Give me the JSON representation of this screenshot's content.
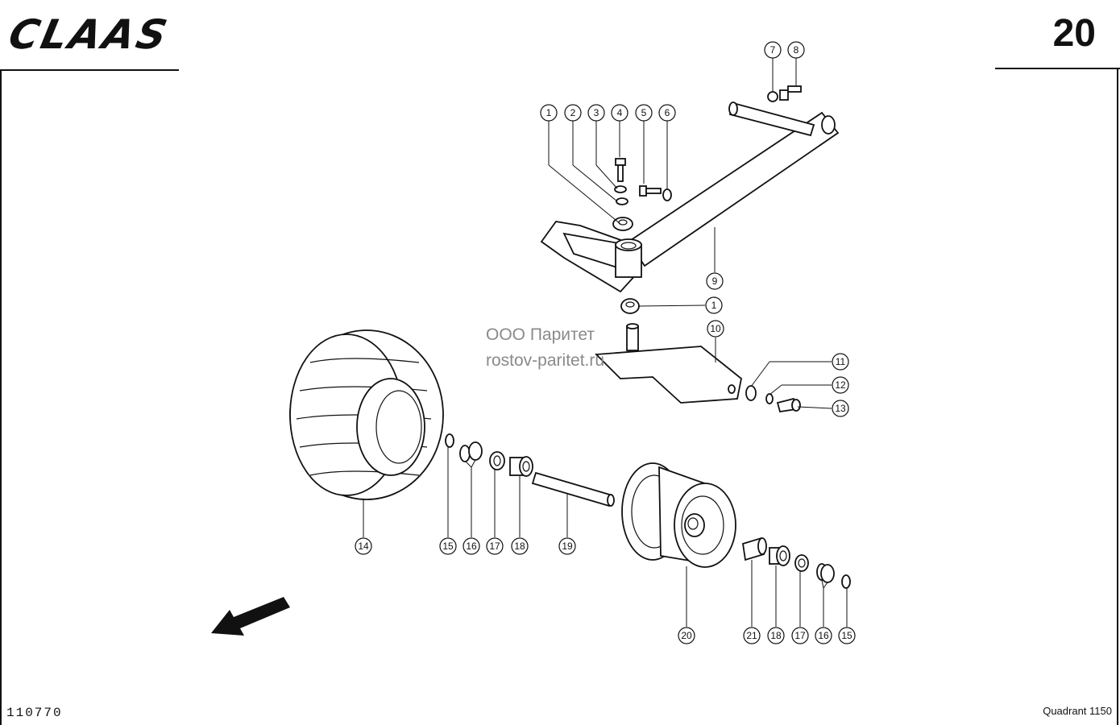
{
  "header": {
    "brand": "CLAAS",
    "page_number": "20"
  },
  "footer": {
    "doc_code": "110770",
    "model": "Quadrant 1150"
  },
  "watermark": {
    "line1": "ООО Паритет",
    "line2": "rostov-paritet.ru"
  },
  "callouts": [
    {
      "label": "1"
    },
    {
      "label": "2"
    },
    {
      "label": "3"
    },
    {
      "label": "4"
    },
    {
      "label": "5"
    },
    {
      "label": "6"
    },
    {
      "label": "7"
    },
    {
      "label": "8"
    },
    {
      "label": "9"
    },
    {
      "label": "1"
    },
    {
      "label": "10"
    },
    {
      "label": "11"
    },
    {
      "label": "12"
    },
    {
      "label": "13"
    },
    {
      "label": "14"
    },
    {
      "label": "15"
    },
    {
      "label": "16"
    },
    {
      "label": "17"
    },
    {
      "label": "18"
    },
    {
      "label": "19"
    },
    {
      "label": "20"
    },
    {
      "label": "21"
    },
    {
      "label": "18"
    },
    {
      "label": "17"
    },
    {
      "label": "16"
    },
    {
      "label": "15"
    }
  ]
}
